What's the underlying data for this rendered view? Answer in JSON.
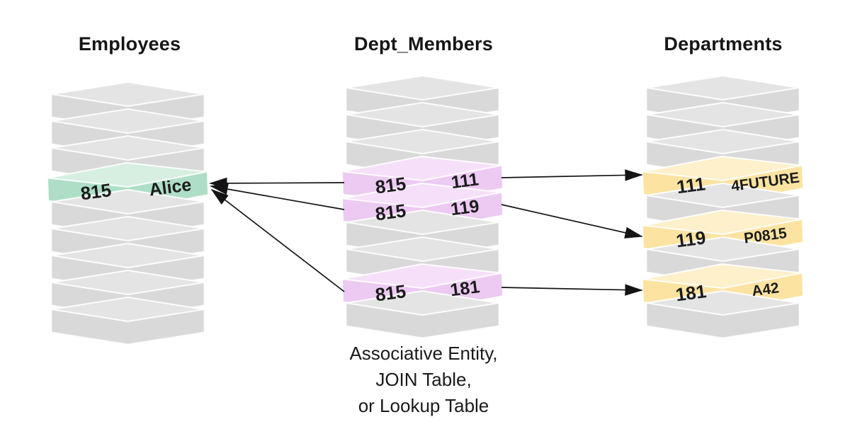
{
  "diagram": {
    "stacks": [
      {
        "id": "employees",
        "title": "Employees",
        "rows": [
          {
            "key": "815",
            "value": "Alice"
          }
        ]
      },
      {
        "id": "dept-members",
        "title": "Dept_Members",
        "rows": [
          {
            "key": "815",
            "value": "111"
          },
          {
            "key": "815",
            "value": "119"
          },
          {
            "key": "815",
            "value": "181"
          }
        ]
      },
      {
        "id": "departments",
        "title": "Departments",
        "rows": [
          {
            "key": "111",
            "value": "4FUTURE"
          },
          {
            "key": "119",
            "value": "P0815"
          },
          {
            "key": "181",
            "value": "A42"
          }
        ]
      }
    ],
    "caption": {
      "lines": [
        "Associative Entity,",
        "JOIN Table,",
        "or Lookup Table"
      ]
    },
    "colors": {
      "gray_front": "#d9d9d9",
      "gray_top": "#e4e4e4",
      "green_front": "#aedfc6",
      "green_top": "#d6efe1",
      "purple_front": "#eccaf2",
      "purple_top": "#f6e0f9",
      "yellow_front": "#fce3a1",
      "yellow_top": "#fdf0ca",
      "text": "#1c1c1c",
      "arrow": "#141414"
    }
  }
}
